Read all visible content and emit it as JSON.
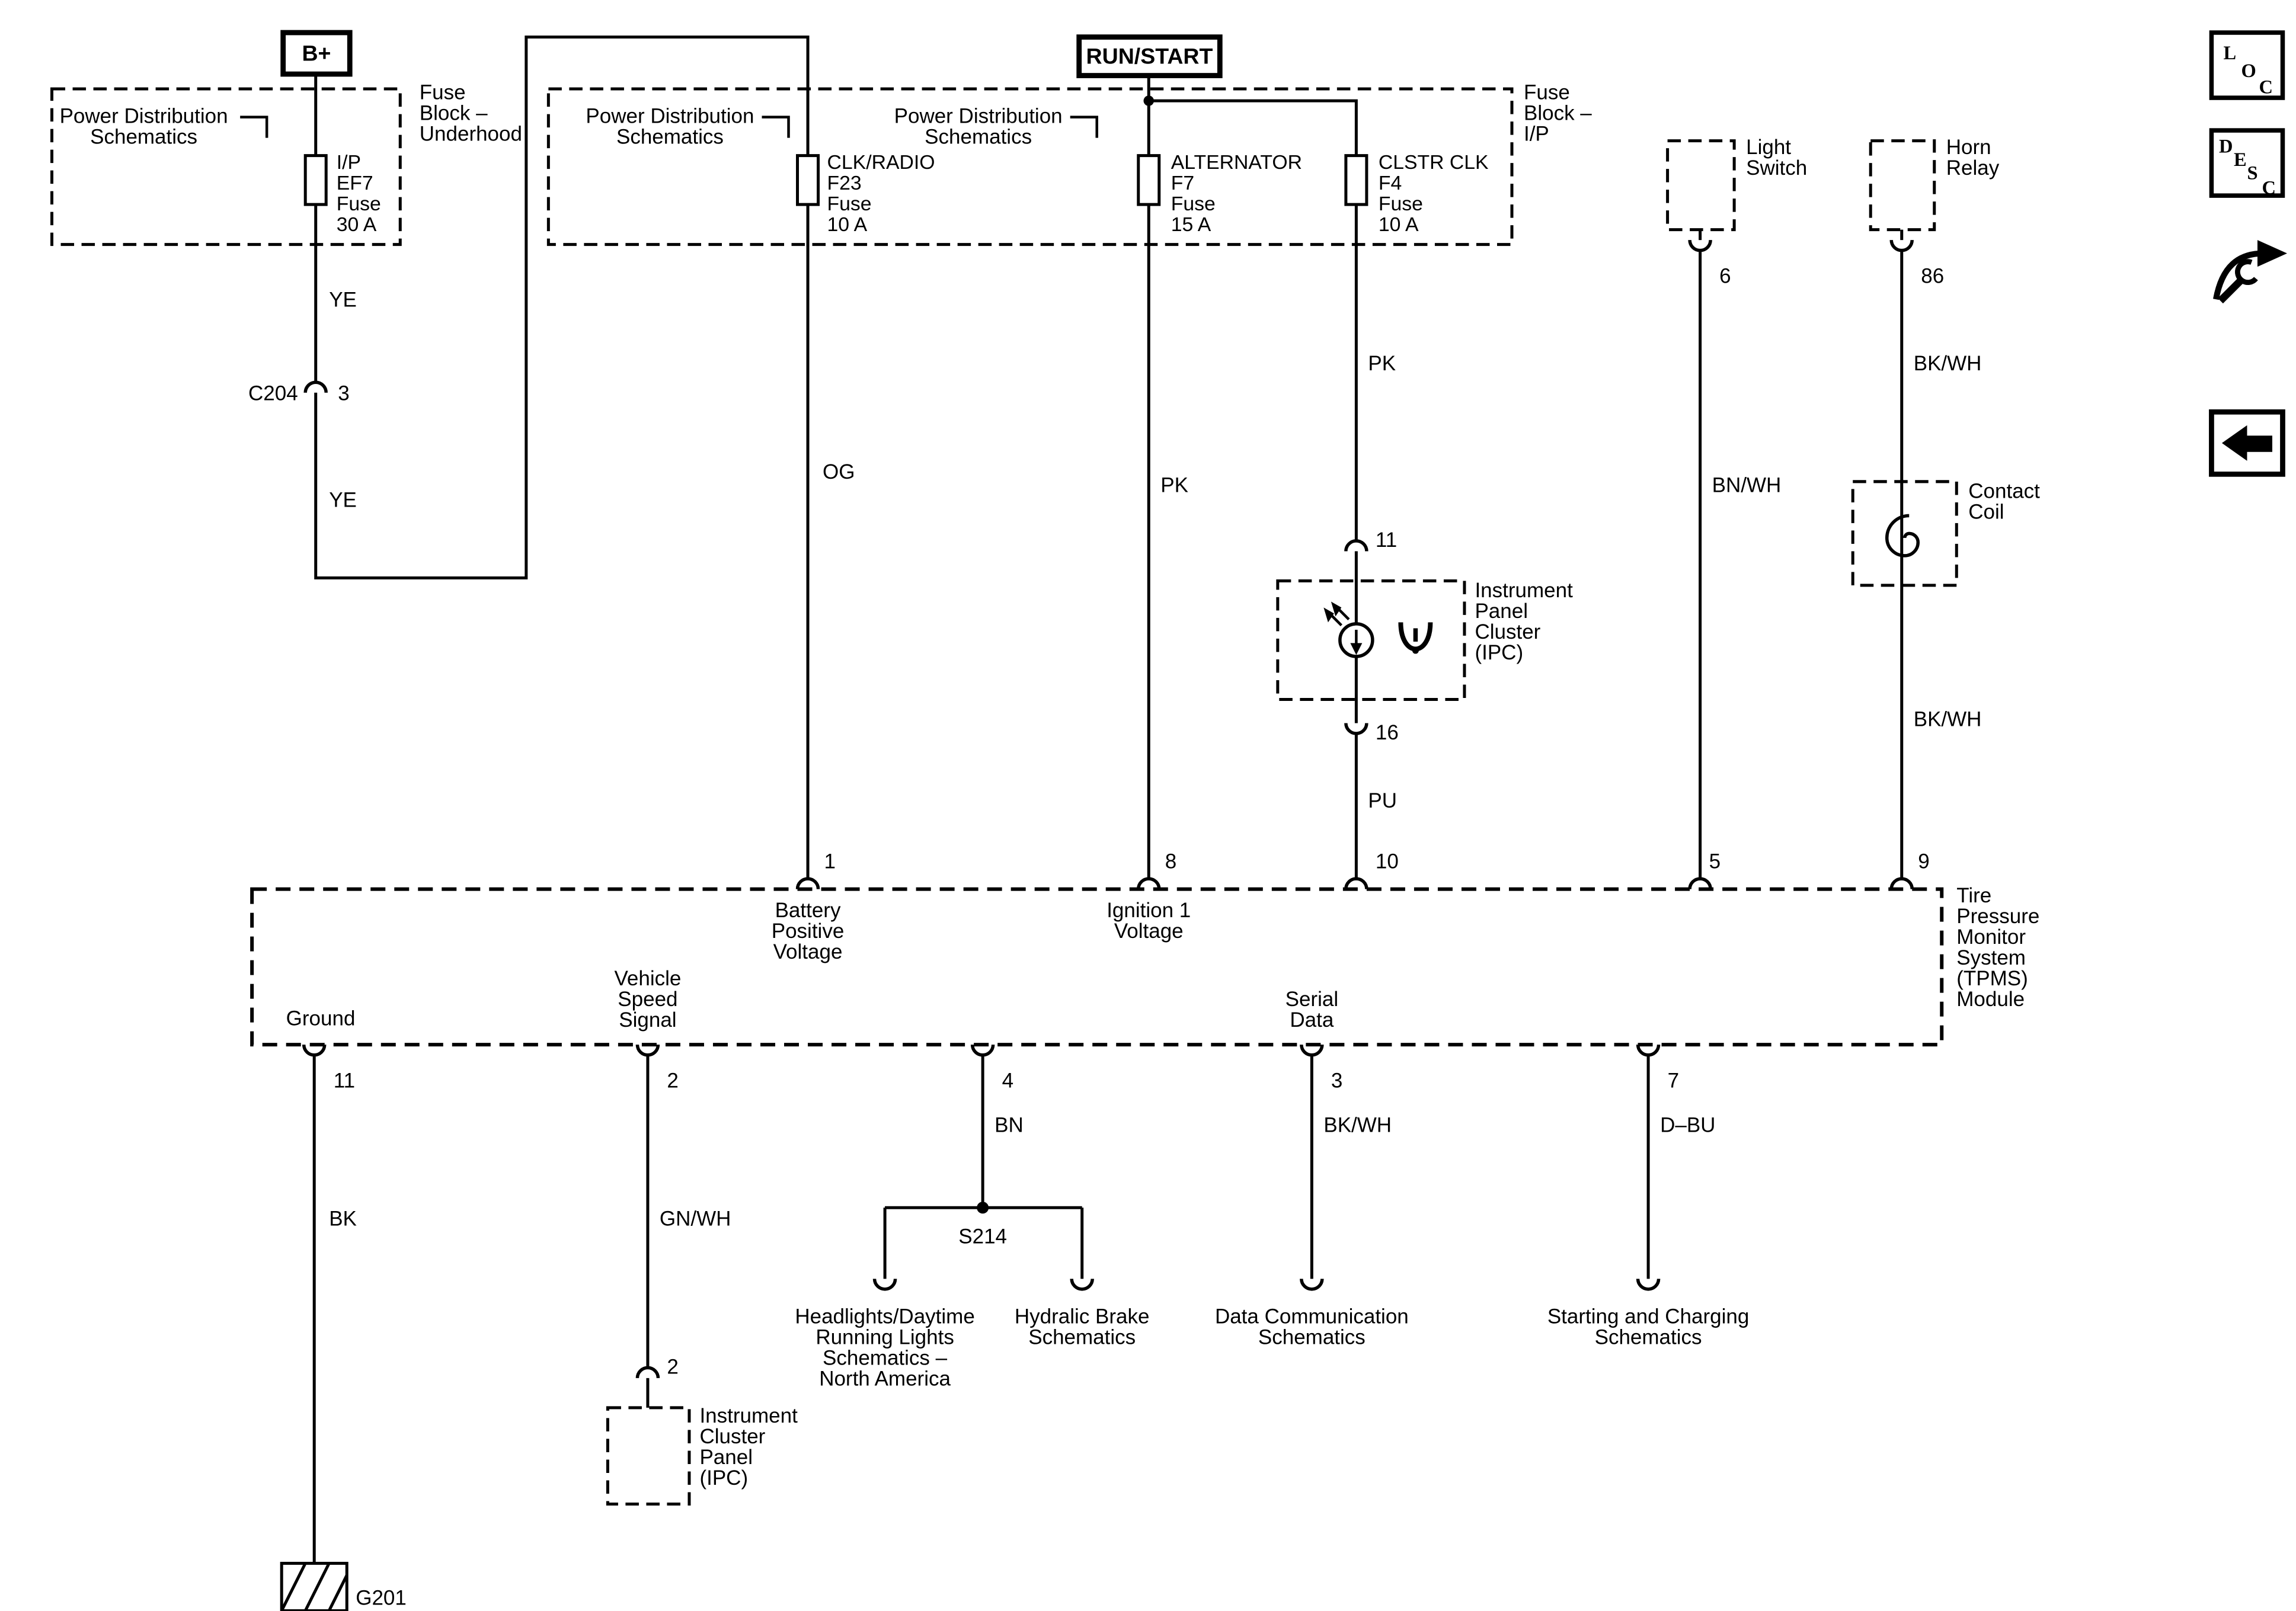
{
  "power": {
    "bplus": "B+",
    "runstart": "RUN/START",
    "pds": [
      "Power Distribution",
      "Schematics"
    ],
    "underhood_block": [
      "Fuse",
      "Block –",
      "Underhood"
    ],
    "ip_block": [
      "Fuse",
      "Block –",
      "I/P"
    ],
    "fuse_ef7": [
      "I/P",
      "EF7",
      "Fuse",
      "30 A"
    ],
    "fuse_f23": [
      "CLK/RADIO",
      "F23",
      "Fuse",
      "10 A"
    ],
    "fuse_f7": [
      "ALTERNATOR",
      "F7",
      "Fuse",
      "15 A"
    ],
    "fuse_f4": [
      "CLSTR CLK",
      "F4",
      "Fuse",
      "10 A"
    ]
  },
  "wires": {
    "ye": "YE",
    "og": "OG",
    "pk": "PK",
    "pu": "PU",
    "bnwh": "BN/WH",
    "bkwh": "BK/WH",
    "bk": "BK",
    "gnwh": "GN/WH",
    "bn": "BN",
    "dbu": "D–BU"
  },
  "connectors": {
    "c204": "C204",
    "s214": "S214",
    "g201": "G201"
  },
  "pins": {
    "c204_pin": "3",
    "battery": "1",
    "ignition": "8",
    "ipc_in": "11",
    "ipc_out": "16",
    "clstr": "10",
    "light_switch": "6",
    "light_in": "5",
    "horn": "86",
    "horn_in": "9",
    "ground": "11",
    "vss_out": "2",
    "vss_ipc": "2",
    "bn_out": "4",
    "serial_out": "3",
    "dbu_out": "7"
  },
  "components": {
    "light_switch": [
      "Light",
      "Switch"
    ],
    "horn_relay": [
      "Horn",
      "Relay"
    ],
    "contact_coil": [
      "Contact",
      "Coil"
    ],
    "ipc_cluster": [
      "Instrument",
      "Panel",
      "Cluster",
      "(IPC)"
    ],
    "ipc_panel": [
      "Instrument",
      "Cluster",
      "Panel",
      "(IPC)"
    ]
  },
  "module": {
    "name": [
      "Tire",
      "Pressure",
      "Monitor",
      "System",
      "(TPMS)",
      "Module"
    ],
    "battery": [
      "Battery",
      "Positive",
      "Voltage"
    ],
    "ignition": [
      "Ignition 1",
      "Voltage"
    ],
    "ground": "Ground",
    "vss": [
      "Vehicle",
      "Speed",
      "Signal"
    ],
    "serial": [
      "Serial",
      "Data"
    ]
  },
  "destinations": {
    "headlights": [
      "Headlights/Daytime",
      "Running Lights",
      "Schematics –",
      "North America"
    ],
    "brake": [
      "Hydralic Brake",
      "Schematics"
    ],
    "datacomm": [
      "Data Communication",
      "Schematics"
    ],
    "starting": [
      "Starting and Charging",
      "Schematics"
    ]
  },
  "toolbar": {
    "loc": [
      "L",
      "O",
      "C"
    ],
    "desc": [
      "D",
      "E",
      "S",
      "C"
    ]
  },
  "colors": {
    "line": "#000000",
    "background": "#ffffff"
  }
}
